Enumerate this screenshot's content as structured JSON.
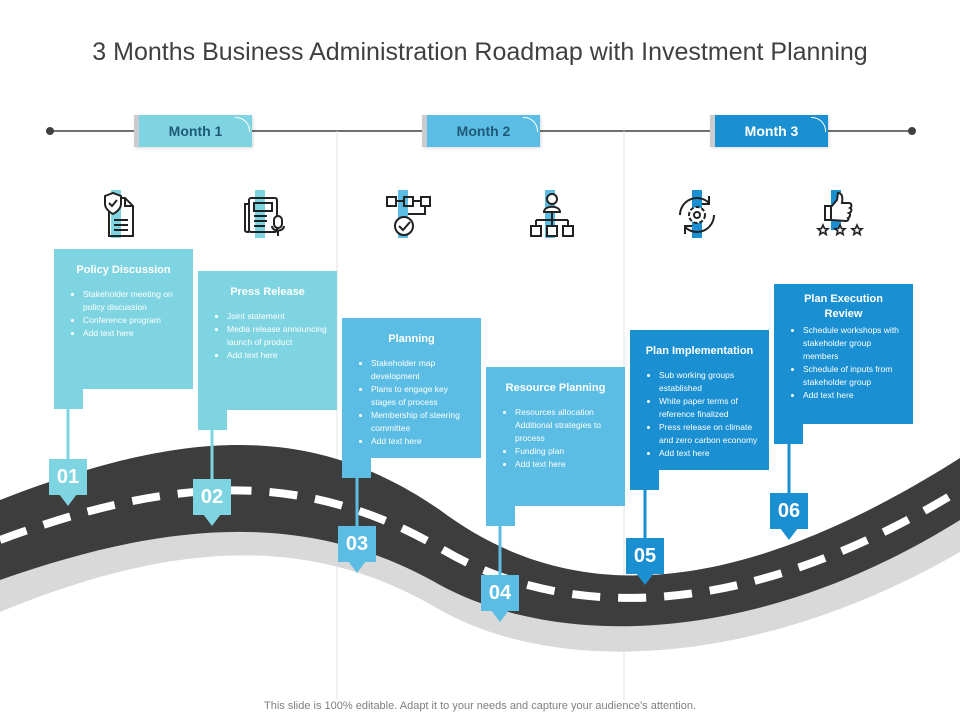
{
  "title": "3 Months Business Administration Roadmap with Investment Planning",
  "footer": "This slide is 100% editable. Adapt it to your needs and capture your audience's attention.",
  "colors": {
    "light": "#7fd4e2",
    "medium": "#5bbde3",
    "dark": "#1a8fd2",
    "road": "#3d3d3d",
    "text": "#404040"
  },
  "months": [
    {
      "label": "Month 1"
    },
    {
      "label": "Month 2"
    },
    {
      "label": "Month 3"
    }
  ],
  "icons": [
    "policy-document-icon",
    "newspaper-microphone-icon",
    "process-flow-icon",
    "organization-chart-icon",
    "gear-cycle-icon",
    "thumbs-up-stars-icon"
  ],
  "steps": [
    {
      "number": "01",
      "title": "Policy Discussion",
      "bullets": [
        "Stakeholder meeting on policy discussion",
        "Conference program",
        "Add text here"
      ]
    },
    {
      "number": "02",
      "title": "Press Release",
      "bullets": [
        "Joint statement",
        "Media release announcing launch of product",
        "Add text here"
      ]
    },
    {
      "number": "03",
      "title": "Planning",
      "bullets": [
        "Stakeholder map development",
        "Plans to engage key stages of process",
        "Membership of steering committee",
        "Add text here"
      ]
    },
    {
      "number": "04",
      "title": "Resource Planning",
      "bullets": [
        "Resources allocation Additional strategies to process",
        "Funding plan",
        "Add text here"
      ]
    },
    {
      "number": "05",
      "title": "Plan Implementation",
      "bullets": [
        "Sub working groups established",
        "White paper terms of reference finalized",
        "Press release on climate and zero carbon economy",
        "Add text here"
      ]
    },
    {
      "number": "06",
      "title": "Plan Execution Review",
      "bullets": [
        "Schedule workshops with stakeholder group members",
        "Schedule of inputs from stakeholder group",
        "Add text here"
      ]
    }
  ]
}
